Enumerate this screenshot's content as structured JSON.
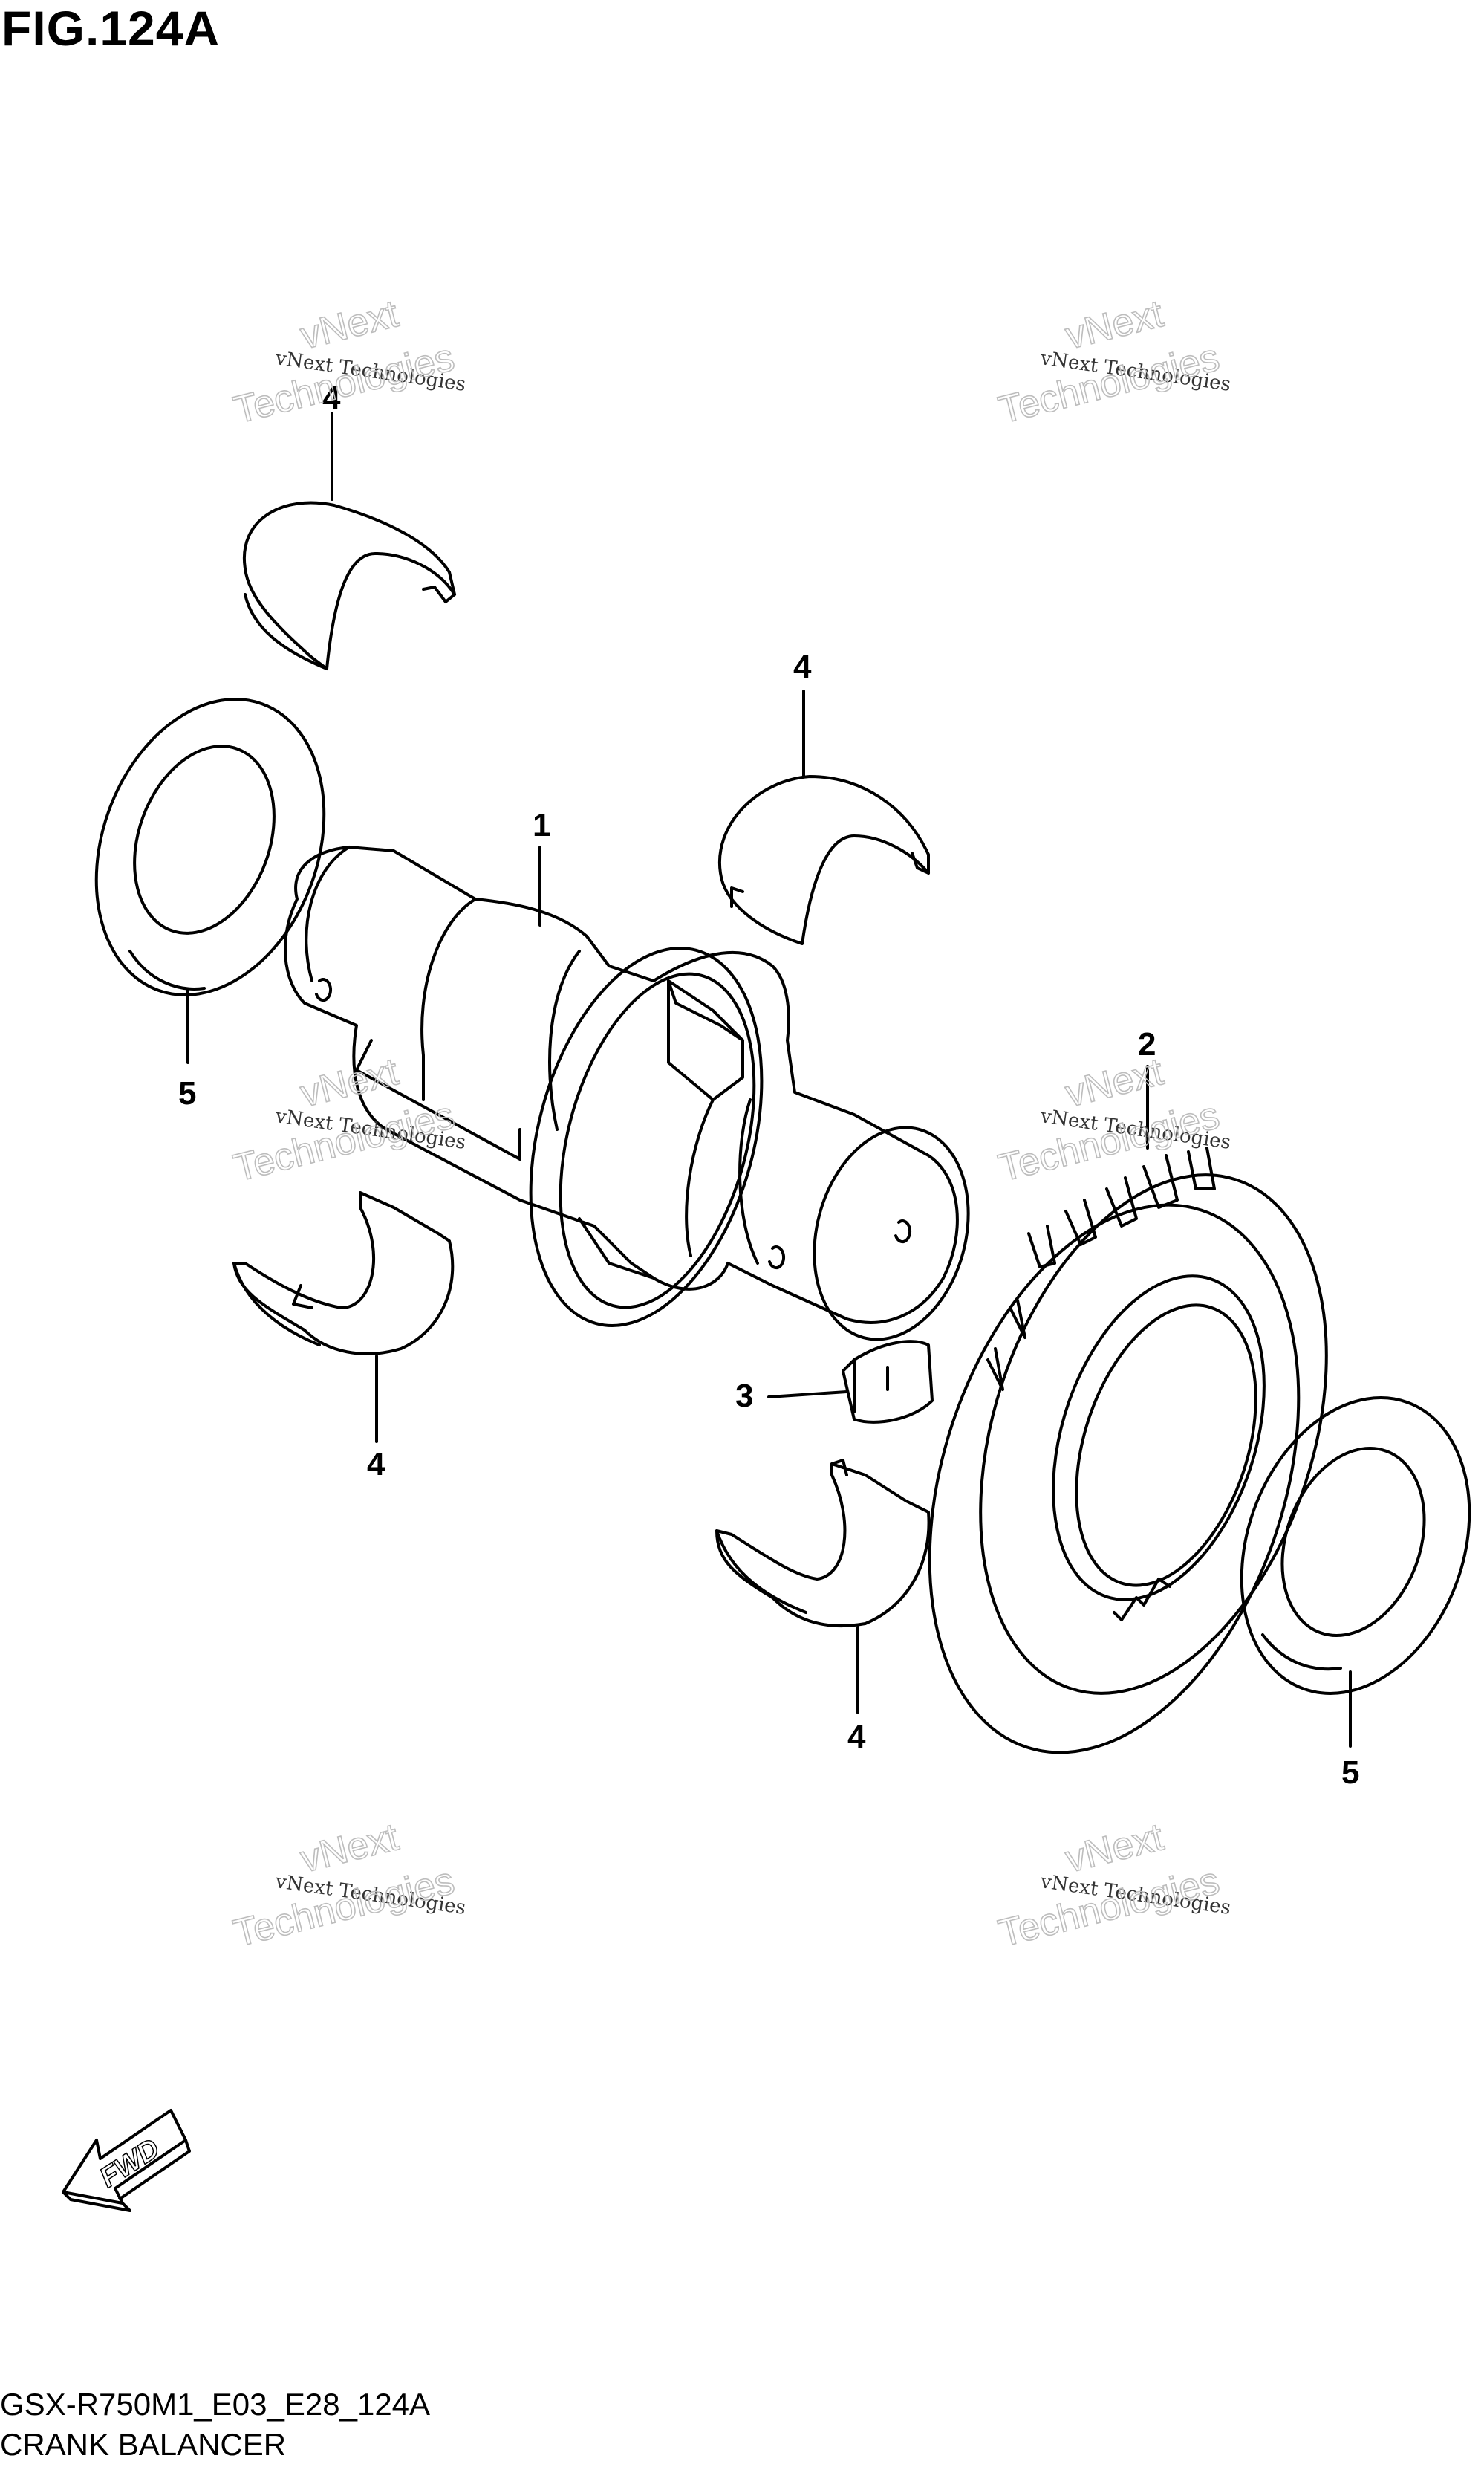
{
  "figure": {
    "title": "FIG.124A",
    "model_code": "GSX-R750M1_E03_E28_124A",
    "section_name": "CRANK BALANCER"
  },
  "callouts": [
    {
      "id": "c4a",
      "label": "4"
    },
    {
      "id": "c4b",
      "label": "4"
    },
    {
      "id": "c1",
      "label": "1"
    },
    {
      "id": "c5a",
      "label": "5"
    },
    {
      "id": "c2",
      "label": "2"
    },
    {
      "id": "c3",
      "label": "3"
    },
    {
      "id": "c4c",
      "label": "4"
    },
    {
      "id": "c4d",
      "label": "4"
    },
    {
      "id": "c5b",
      "label": "5"
    }
  ],
  "watermark": {
    "line1": "vNext Technologies",
    "line2": "vNext",
    "line3": "Technologies"
  },
  "direction_badge": "FWD"
}
